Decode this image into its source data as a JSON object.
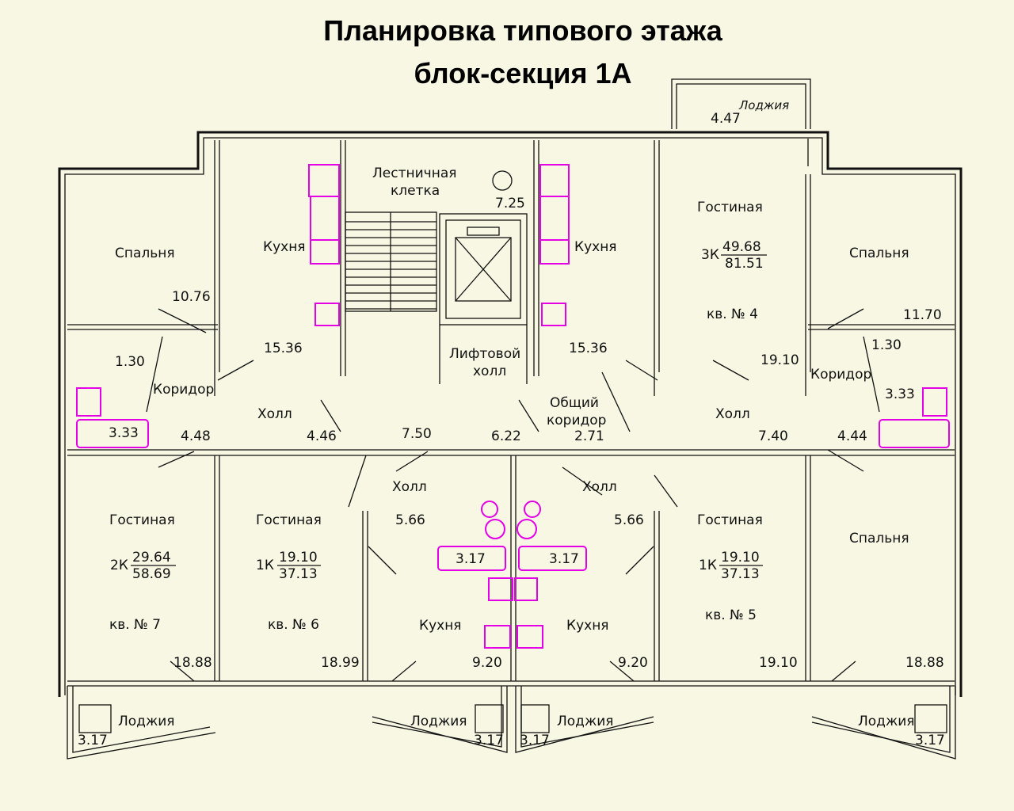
{
  "title": {
    "line1": "Планировка типового этажа",
    "line2": "блок-секция 1А"
  },
  "rooms": {
    "stair": "Лестничная",
    "stair2": "клетка",
    "stair_area": "7.25",
    "loggia_top": "Лоджия",
    "loggia_top_area": "4.47",
    "lift_hall": "Лифтовой",
    "lift_hall2": "холл",
    "common_corridor": "Общий",
    "common_corridor2": "коридор",
    "common_corridor_area": "2.71",
    "kitchen": "Кухня",
    "bedroom": "Спальня",
    "living": "Гостиная",
    "hall": "Холл",
    "corridor": "Коридор",
    "loggia": "Лоджия"
  },
  "apartments": {
    "apt4": {
      "type": "3К",
      "living_area": "49.68",
      "total_area": "81.51",
      "label": "кв.  № 4"
    },
    "apt7": {
      "type": "2К",
      "living_area": "29.64",
      "total_area": "58.69",
      "label": "кв.  № 7"
    },
    "apt6": {
      "type": "1К",
      "living_area": "19.10",
      "total_area": "37.13",
      "label": "кв.  № 6"
    },
    "apt5": {
      "type": "1К",
      "living_area": "19.10",
      "total_area": "37.13",
      "label": "кв.  № 5"
    }
  },
  "areas": {
    "bed_tl": "10.76",
    "kitchen_l": "15.36",
    "wc_l": "1.30",
    "bath_l": "3.33",
    "hall_l": "4.48",
    "hall_l2": "4.46",
    "hall_c1": "7.50",
    "hall_c2": "6.22",
    "kitchen_r": "15.36",
    "living_4": "19.10",
    "bed_tr": "11.70",
    "wc_r": "1.30",
    "bath_r": "3.33",
    "hall_r": "7.40",
    "hall_r2": "4.44",
    "hall_bl": "5.66",
    "hall_br": "5.66",
    "bath_bl": "3.17",
    "bath_br": "3.17",
    "living_7": "18.88",
    "living_6": "18.99",
    "kitchen_bl": "9.20",
    "kitchen_br": "9.20",
    "living_5": "19.10",
    "bed_br": "18.88",
    "loggia_1": "3.17",
    "loggia_2": "3.17",
    "loggia_3": "3.17",
    "loggia_4": "3.17"
  }
}
